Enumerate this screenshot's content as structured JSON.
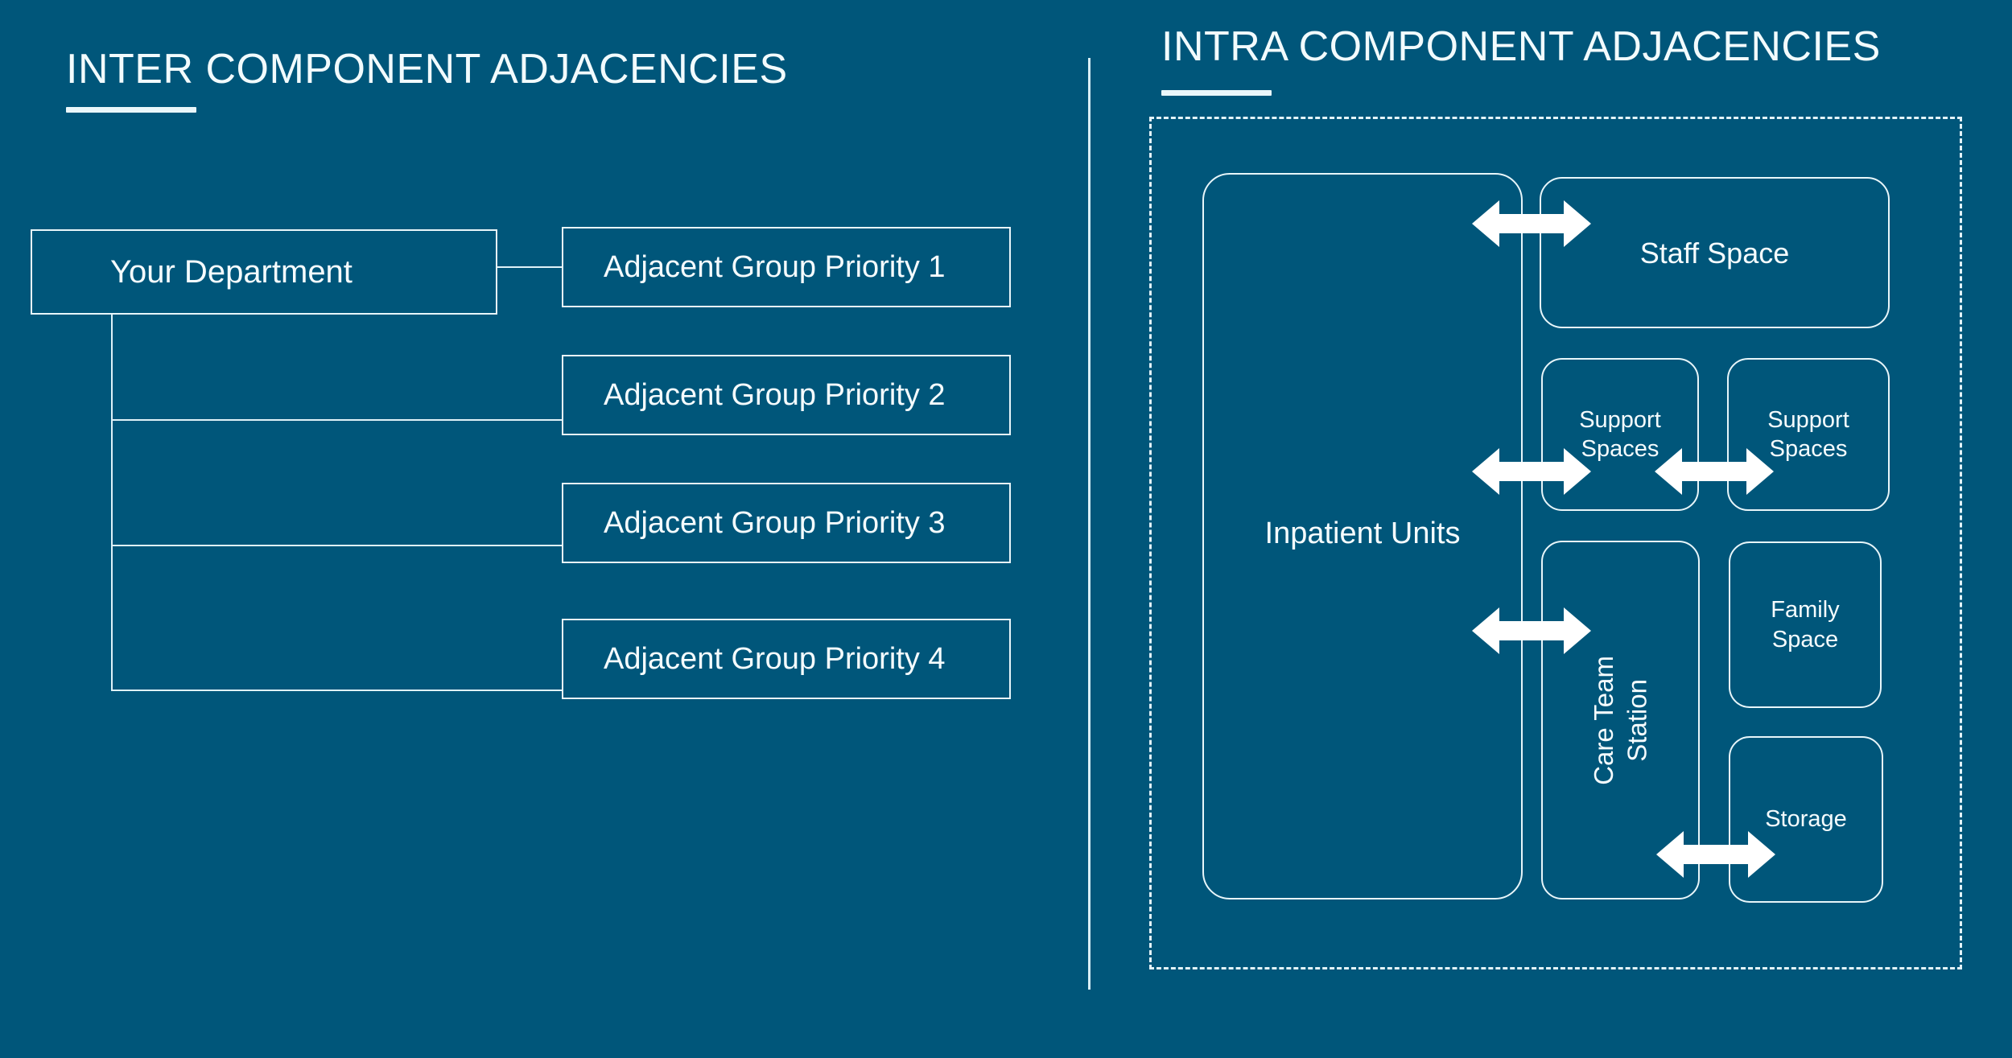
{
  "background_color": "#00567a",
  "stroke_color": "#e8f6fa",
  "text_color": "#f5fcfe",
  "left_panel": {
    "title": "INTER COMPONENT ADJACENCIES",
    "root": {
      "label": "Your Department"
    },
    "adjacent_groups": [
      {
        "label": "Adjacent Group Priority 1"
      },
      {
        "label": "Adjacent Group Priority 2"
      },
      {
        "label": "Adjacent Group Priority 3"
      },
      {
        "label": "Adjacent Group Priority 4"
      }
    ]
  },
  "right_panel": {
    "title": "INTRA COMPONENT ADJACENCIES",
    "nodes": [
      {
        "id": "inpatient-units",
        "label": "Inpatient Units"
      },
      {
        "id": "staff-space",
        "label": "Staff Space"
      },
      {
        "id": "support-spaces-1",
        "label": "Support\nSpaces"
      },
      {
        "id": "support-spaces-2",
        "label": "Support\nSpaces"
      },
      {
        "id": "care-team-station",
        "label": "Care Team\nStation"
      },
      {
        "id": "family-space",
        "label": "Family\nSpace"
      },
      {
        "id": "storage",
        "label": "Storage"
      }
    ],
    "relationships": [
      {
        "from": "inpatient-units",
        "to": "staff-space",
        "type": "bidirectional"
      },
      {
        "from": "inpatient-units",
        "to": "support-spaces-1",
        "type": "bidirectional"
      },
      {
        "from": "support-spaces-1",
        "to": "support-spaces-2",
        "type": "bidirectional"
      },
      {
        "from": "inpatient-units",
        "to": "care-team-station",
        "type": "bidirectional"
      },
      {
        "from": "care-team-station",
        "to": "storage",
        "type": "bidirectional"
      }
    ]
  }
}
